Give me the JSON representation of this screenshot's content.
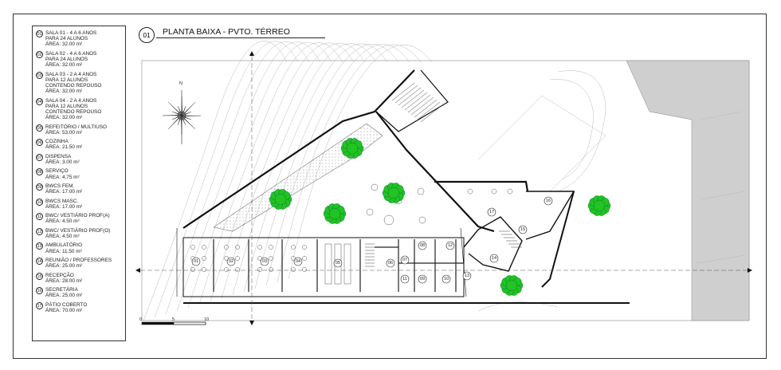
{
  "title": {
    "number": "01",
    "text": "PLANTA BAIXA - PVTO. TÉRREO"
  },
  "north_label": "N",
  "scale": {
    "ticks": [
      "0",
      "5",
      "10"
    ]
  },
  "legend": [
    {
      "num": "01",
      "lines": [
        "SALA 01 - 4 A 6 ANOS",
        "PARA 24 ALUNOS",
        "ÁREA: 32.00 m²"
      ]
    },
    {
      "num": "02",
      "lines": [
        "SALA 02 - 4 A 6 ANOS",
        "PARA 24 ALUNOS",
        "ÁREA: 32.00 m²"
      ]
    },
    {
      "num": "03",
      "lines": [
        "SALA 03 - 2 A 4 ANOS",
        "PARA 12 ALUNOS",
        "CONTENDO REPOUSO",
        "ÁREA: 32.00 m²"
      ]
    },
    {
      "num": "04",
      "lines": [
        "SALA 04 - 2 A 4 ANOS",
        "PARA 12 ALUNOS",
        "CONTENDO REPOUSO",
        "ÁREA: 32.00 m²"
      ]
    },
    {
      "num": "05",
      "lines": [
        "REFEITÓRIO / MULTIUSO",
        "ÁREA: 53.00 m²"
      ]
    },
    {
      "num": "06",
      "lines": [
        "COZINHA",
        "ÁREA: 21.50 m²"
      ]
    },
    {
      "num": "07",
      "lines": [
        "DISPENSA",
        "ÁREA: 3.00 m²"
      ]
    },
    {
      "num": "08",
      "lines": [
        "SERVIÇO",
        "ÁREA: 4.75 m²"
      ]
    },
    {
      "num": "09",
      "lines": [
        "BWCS FEM.",
        "ÁREA: 17.00 m²"
      ]
    },
    {
      "num": "10",
      "lines": [
        "BWCS MASC.",
        "ÁREA: 17.00 m²"
      ]
    },
    {
      "num": "11",
      "lines": [
        "BWC/ VESTIÁRIO PROF(A)",
        "ÁREA: 4.50 m²"
      ]
    },
    {
      "num": "12",
      "lines": [
        "BWC/ VESTIÁRIO PROF(O)",
        "ÁREA: 4.50 m²"
      ]
    },
    {
      "num": "13",
      "lines": [
        "AMBULATÓRIO",
        "ÁREA: 11.50 m²"
      ]
    },
    {
      "num": "14",
      "lines": [
        "REUNIÃO / PROFESSORES",
        "ÁREA: 25.00 m²"
      ]
    },
    {
      "num": "15",
      "lines": [
        "RECEPÇÃO",
        "ÁREA: 28.00 m²"
      ]
    },
    {
      "num": "16",
      "lines": [
        "SECRETÁRIA",
        "ÁREA: 25.00 m²"
      ]
    },
    {
      "num": "17",
      "lines": [
        "PÁTIO COBERTO",
        "ÁREA: 70.00 m²"
      ]
    }
  ],
  "room_labels": [
    "01",
    "02",
    "03",
    "04",
    "05",
    "06",
    "07",
    "08",
    "09",
    "10",
    "11",
    "12",
    "13",
    "14",
    "15",
    "16",
    "17"
  ],
  "colors": {
    "tree": "#22c322",
    "street": "#cfcfcf",
    "hatch": "#999999",
    "wall": "#111111"
  }
}
